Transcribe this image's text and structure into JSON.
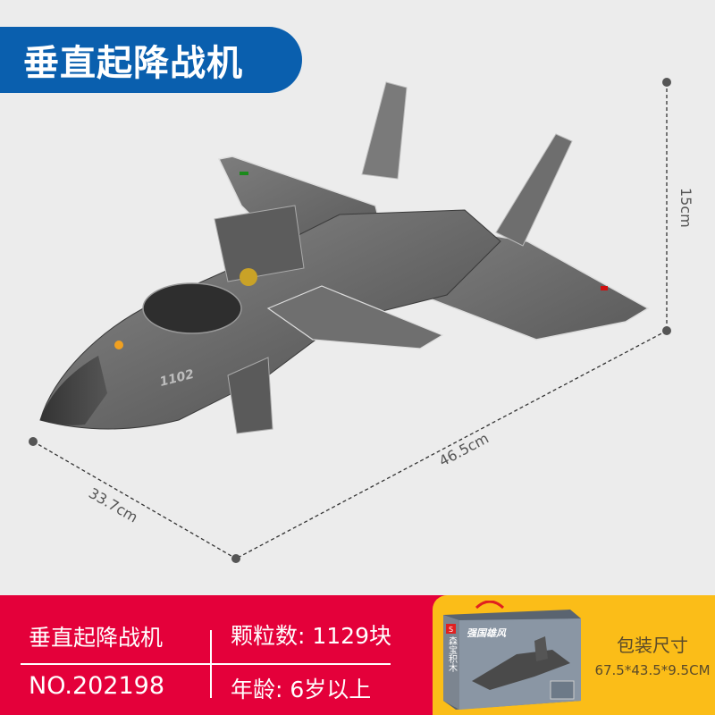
{
  "header": {
    "title": "垂直起降战机",
    "banner_color": "#0a5fae"
  },
  "dimensions": {
    "height": "15cm",
    "length": "46.5cm",
    "width": "33.7cm"
  },
  "model": {
    "tail_number": "1102"
  },
  "info_table": {
    "name": "垂直起降战机",
    "piece_count": "颗粒数: 1129块",
    "item_number": "NO.202198",
    "age": "年龄: 6岁以上",
    "panel_color": "#e4003a"
  },
  "package": {
    "brand_vertical": "森宝积木",
    "series_name": "强国雄风",
    "title": "包装尺寸",
    "size": "67.5*43.5*9.5CM",
    "panel_color": "#fbbd18"
  }
}
